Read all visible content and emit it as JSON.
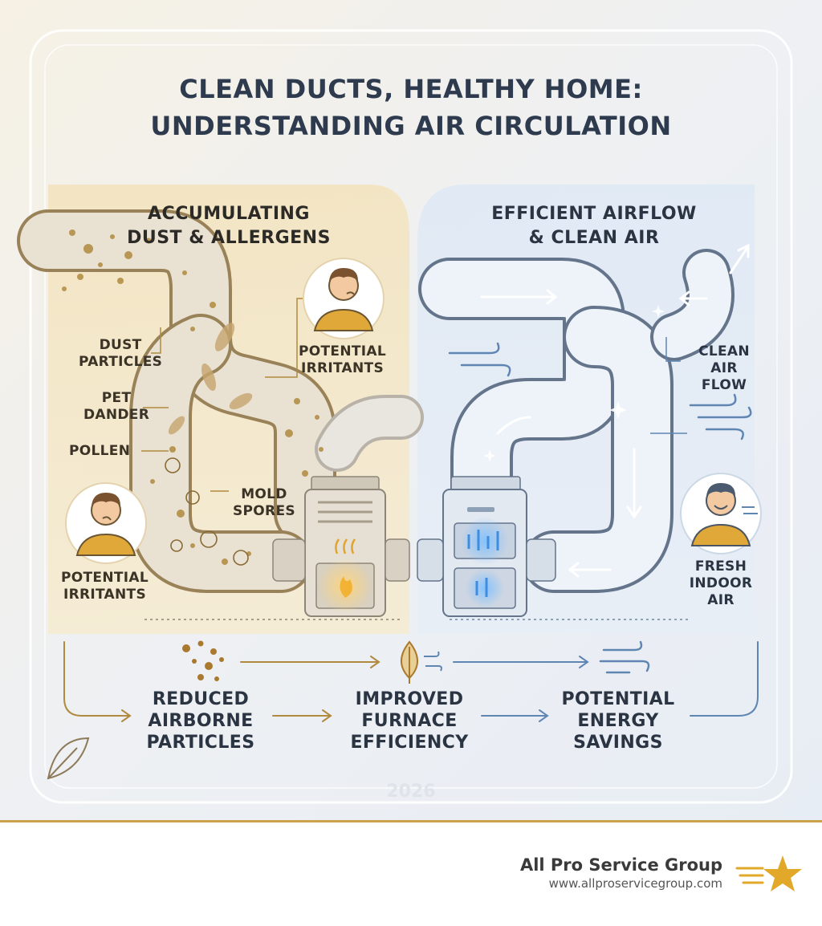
{
  "title_line1": "CLEAN DUCTS, HEALTHY HOME:",
  "title_line2": "UNDERSTANDING AIR CIRCULATION",
  "left_panel": {
    "heading_line1": "ACCUMULATING",
    "heading_line2": "DUST & ALLERGENS",
    "labels": {
      "dust": [
        "DUST",
        "PARTICLES"
      ],
      "pet": [
        "PET",
        "DANDER"
      ],
      "pollen": "POLLEN",
      "mold": [
        "MOLD",
        "SPORES"
      ],
      "irritants_top": [
        "POTENTIAL",
        "IRRITANTS"
      ],
      "irritants_bottom": [
        "POTENTIAL",
        "IRRITANTS"
      ]
    },
    "accent_color": "#c9a24a"
  },
  "right_panel": {
    "heading_line1": "EFFICIENT AIRFLOW",
    "heading_line2": "& CLEAN AIR",
    "labels": {
      "clean_air": [
        "CLEAN",
        "AIR",
        "FLOW"
      ],
      "fresh": [
        "FRESH",
        "INDOOR",
        "AIR"
      ]
    },
    "accent_color": "#5b9bd5"
  },
  "benefits": [
    {
      "lines": [
        "REDUCED",
        "AIRBORNE",
        "PARTICLES"
      ],
      "icon": "particles-icon"
    },
    {
      "lines": [
        "IMPROVED",
        "FURNACE",
        "EFFICIENCY"
      ],
      "icon": "leaf-icon"
    },
    {
      "lines": [
        "POTENTIAL",
        "ENERGY",
        "SAVINGS"
      ],
      "icon": "wind-icon"
    }
  ],
  "year": "2026",
  "footer": {
    "company": "All Pro Service Group",
    "url": "www.allproservicegroup.com",
    "logo_icon": "star-swoosh-icon",
    "brand_color": "#e2a82a"
  }
}
